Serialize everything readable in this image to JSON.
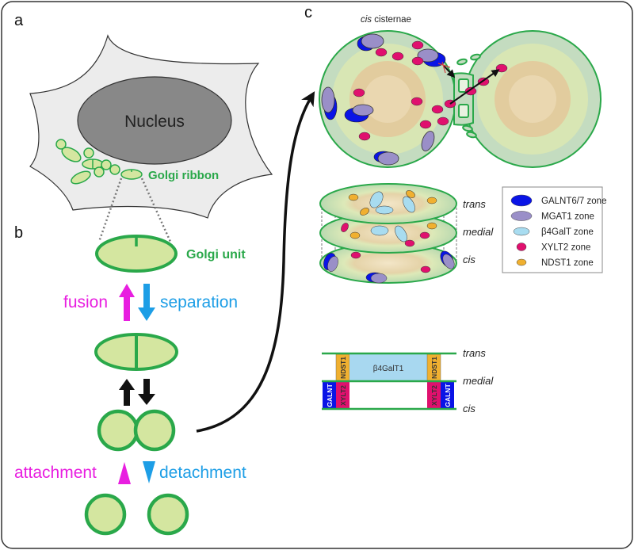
{
  "panels": {
    "a": {
      "label": "a",
      "nucleus_label": "Nucleus",
      "golgi_ribbon_label": "Golgi ribbon"
    },
    "b": {
      "label": "b",
      "golgi_unit_label": "Golgi unit",
      "fusion_label": "fusion",
      "separation_label": "separation",
      "attachment_label": "attachment",
      "detachment_label": "detachment"
    },
    "c": {
      "label": "c",
      "cis_cisternae_label_italic": "cis",
      "cis_cisternae_label_rest": " cisternae",
      "stack_labels": [
        "trans",
        "medial",
        "cis"
      ],
      "legend": [
        {
          "name": "GALNT6/7 zone",
          "color": "#0a14e6"
        },
        {
          "name": "MGAT1 zone",
          "color": "#9a8fc8"
        },
        {
          "name": "β4GalT zone",
          "color": "#a8dcf0"
        },
        {
          "name": "XYLT2 zone",
          "color": "#e0106e"
        },
        {
          "name": "NDST1 zone",
          "color": "#f0b030"
        }
      ],
      "zone_diagram": {
        "layer_labels": [
          "trans",
          "medial",
          "cis"
        ],
        "center_upper": "β4GalT1",
        "ndst_label": "NDST1",
        "xylt_label": "XYLT2",
        "galnt_label": "GALNT"
      }
    }
  },
  "colors": {
    "golgi_green": "#2aa84a",
    "golgi_fill": "#d4e6a0",
    "nucleus_fill": "#888888",
    "cell_fill": "#ececec",
    "magenta": "#e81ee0",
    "cyan": "#1d9ee6"
  }
}
